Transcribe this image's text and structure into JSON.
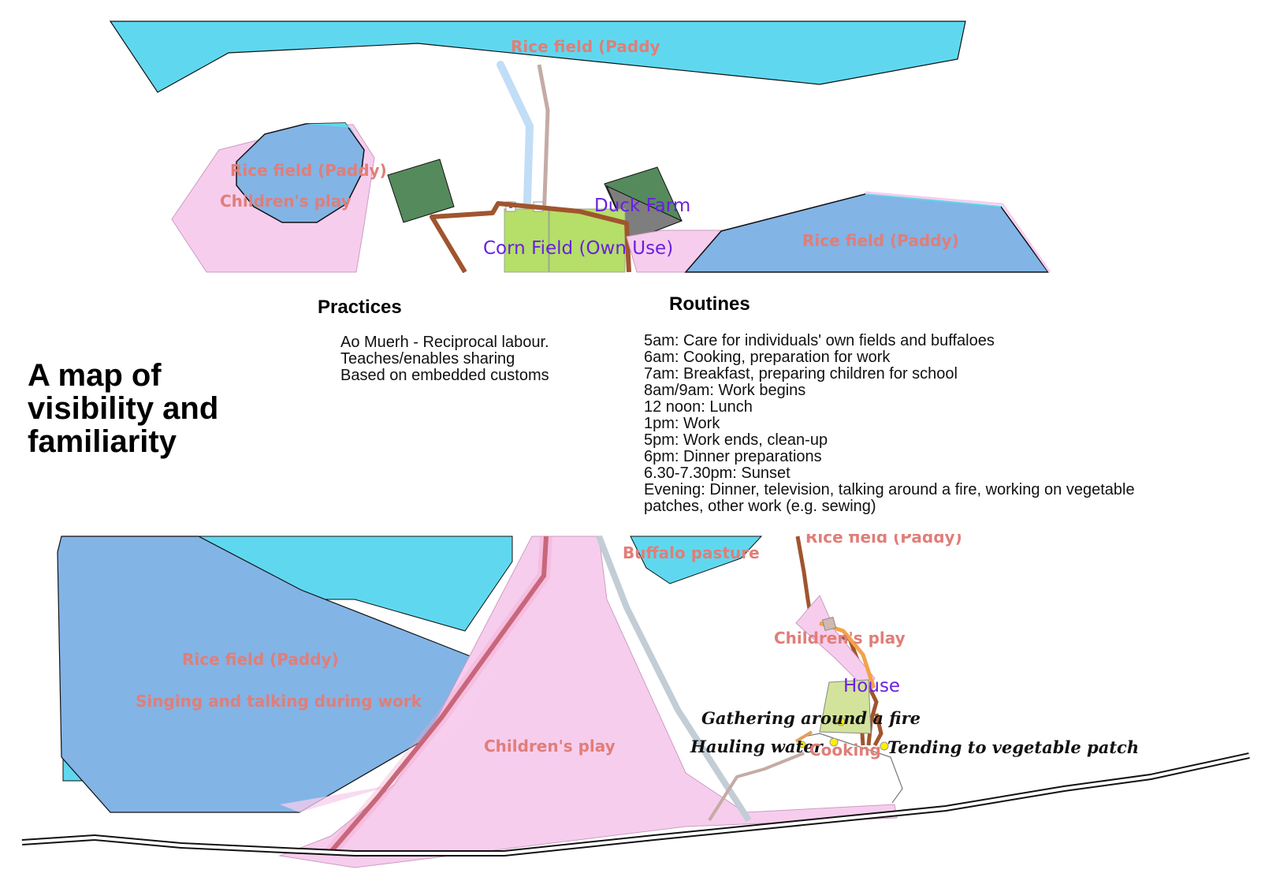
{
  "title": "A map of visibility and familiarity",
  "practices": {
    "heading": "Practices",
    "lines": [
      "Ao Muerh - Reciprocal labour.",
      "Teaches/enables sharing",
      "Based on embedded customs"
    ]
  },
  "routines": {
    "heading": "Routines",
    "lines": [
      "5am: Care for individuals' own fields and buffaloes",
      "6am: Cooking, preparation for work",
      "7am: Breakfast, preparing children for school",
      "8am/9am: Work begins",
      "12 noon: Lunch",
      "1pm: Work",
      "5pm: Work ends, clean-up",
      "6pm: Dinner preparations",
      "6.30-7.30pm: Sunset",
      "Evening: Dinner, television, talking around a fire, working on vegetable",
      "patches, other work (e.g. sewing)"
    ]
  },
  "map_labels": {
    "rice_top": "Rice field (Paddy",
    "rice_left": "Rice field (Paddy)",
    "childrens_play_top": "Children's play",
    "duck_farm": "Duck Farm",
    "corn_field": "Corn Field (Own Use)",
    "rice_right": "Rice field (Paddy)",
    "rice_bottom_right": "Rice field (Paddy)",
    "buffalo_pasture": "Buffalo pasture",
    "childrens_play_right": "Children's play",
    "house": "House",
    "rice_bottom_left": "Rice field (Paddy)",
    "singing": "Singing and talking during work",
    "childrens_play_bottom": "Children's play",
    "gathering": "Gathering around a fire",
    "hauling": "Hauling water",
    "cooking": "Cooking",
    "tending": "Tending to vegetable patch"
  },
  "colors": {
    "rice_cyan": "#5fd8ef",
    "rice_blue": "#82b4e6",
    "play_pink": "#f7cdee",
    "trail_brown": "#a0552e",
    "stream_blue": "#c2ddf6",
    "corn_green": "#b5df68",
    "forest_green": "#558a5c",
    "label_red": "#e07e78",
    "label_purple": "#6a1fe0"
  }
}
